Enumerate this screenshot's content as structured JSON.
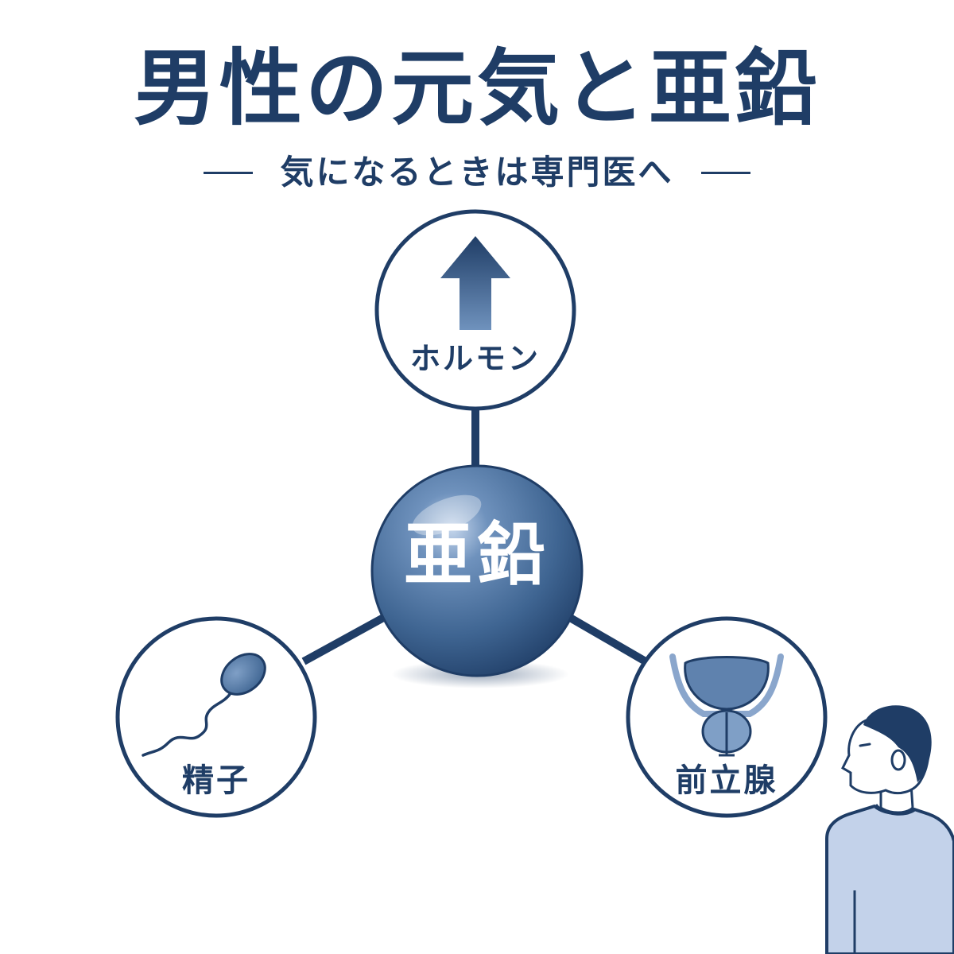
{
  "title": "男性の元気と亜鉛",
  "subtitle": "気になるときは専門医へ",
  "subtitle_dash": "—",
  "center": {
    "label": "亜鉛",
    "icon": "zinc-sphere-icon"
  },
  "nodes": [
    {
      "id": "hormone",
      "label": "ホルモン",
      "icon": "up-arrow-icon"
    },
    {
      "id": "sperm",
      "label": "精子",
      "icon": "sperm-icon"
    },
    {
      "id": "prostate",
      "label": "前立腺",
      "icon": "prostate-icon"
    }
  ],
  "figure": {
    "icon": "man-looking-up-icon"
  },
  "colors": {
    "navy": "#1f3d66",
    "sphere": "#3f6592",
    "icon_fill": "#4e73a0",
    "shirt": "#c3d2ea",
    "background": "#ffffff"
  }
}
